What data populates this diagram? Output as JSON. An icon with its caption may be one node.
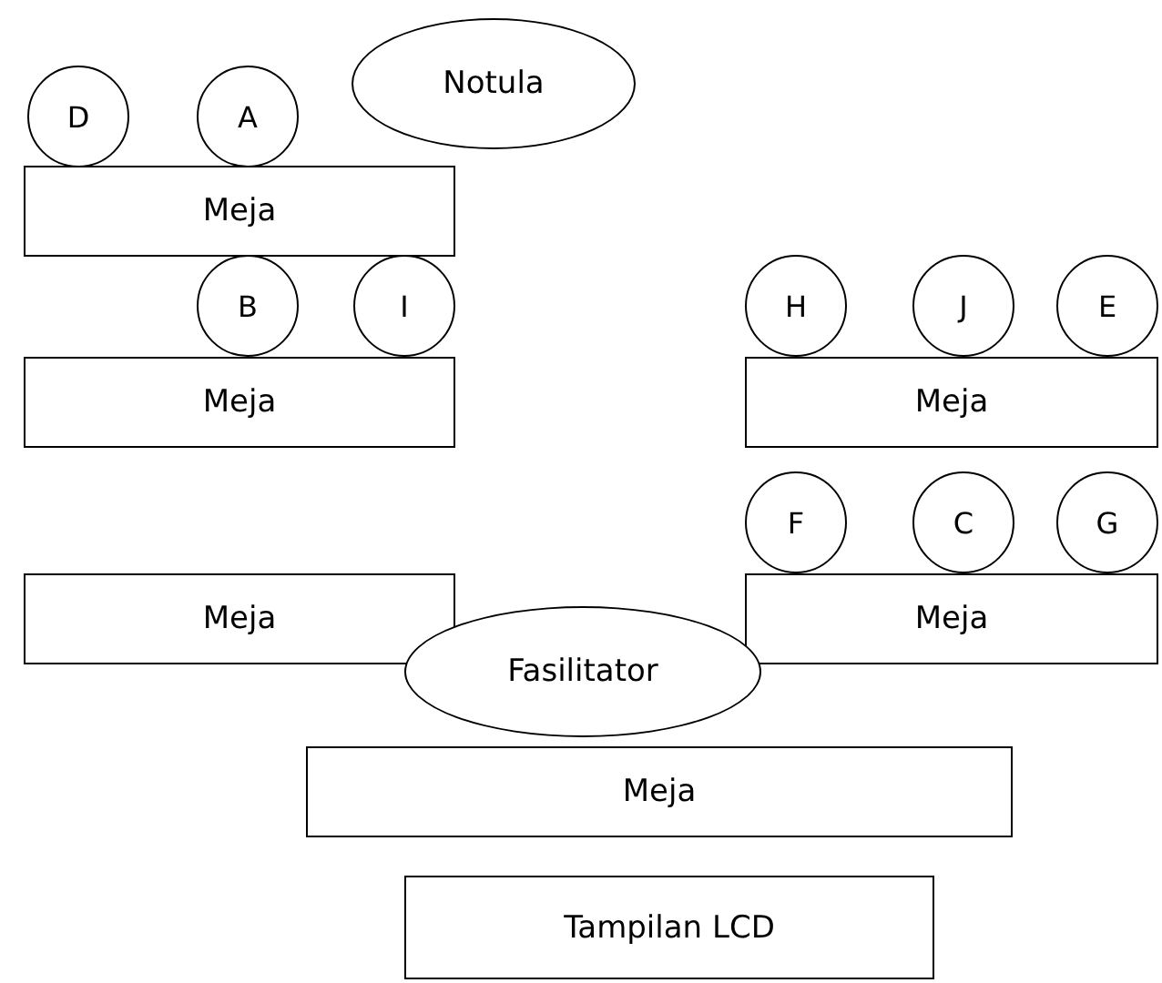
{
  "diagram": {
    "nodes": [
      {
        "text": [
          "D"
        ]
      },
      {
        "text": [
          "A"
        ]
      },
      {
        "text": [
          "Notula"
        ]
      },
      {
        "text": [
          "Meja"
        ]
      },
      {
        "text": [
          "B"
        ]
      },
      {
        "text": [
          "I"
        ]
      },
      {
        "text": [
          "H"
        ]
      },
      {
        "text": [
          "J"
        ]
      },
      {
        "text": [
          "E"
        ]
      },
      {
        "text": [
          "Meja"
        ]
      },
      {
        "text": [
          "Meja"
        ]
      },
      {
        "text": [
          "F"
        ]
      },
      {
        "text": [
          "C"
        ]
      },
      {
        "text": [
          "G"
        ]
      },
      {
        "text": [
          "Meja"
        ]
      },
      {
        "text": [
          "Meja"
        ]
      },
      {
        "text": [
          "Fasilitator"
        ]
      },
      {
        "text": [
          "Meja"
        ]
      },
      {
        "text": [
          "Tampilan LCD"
        ]
      }
    ]
  }
}
